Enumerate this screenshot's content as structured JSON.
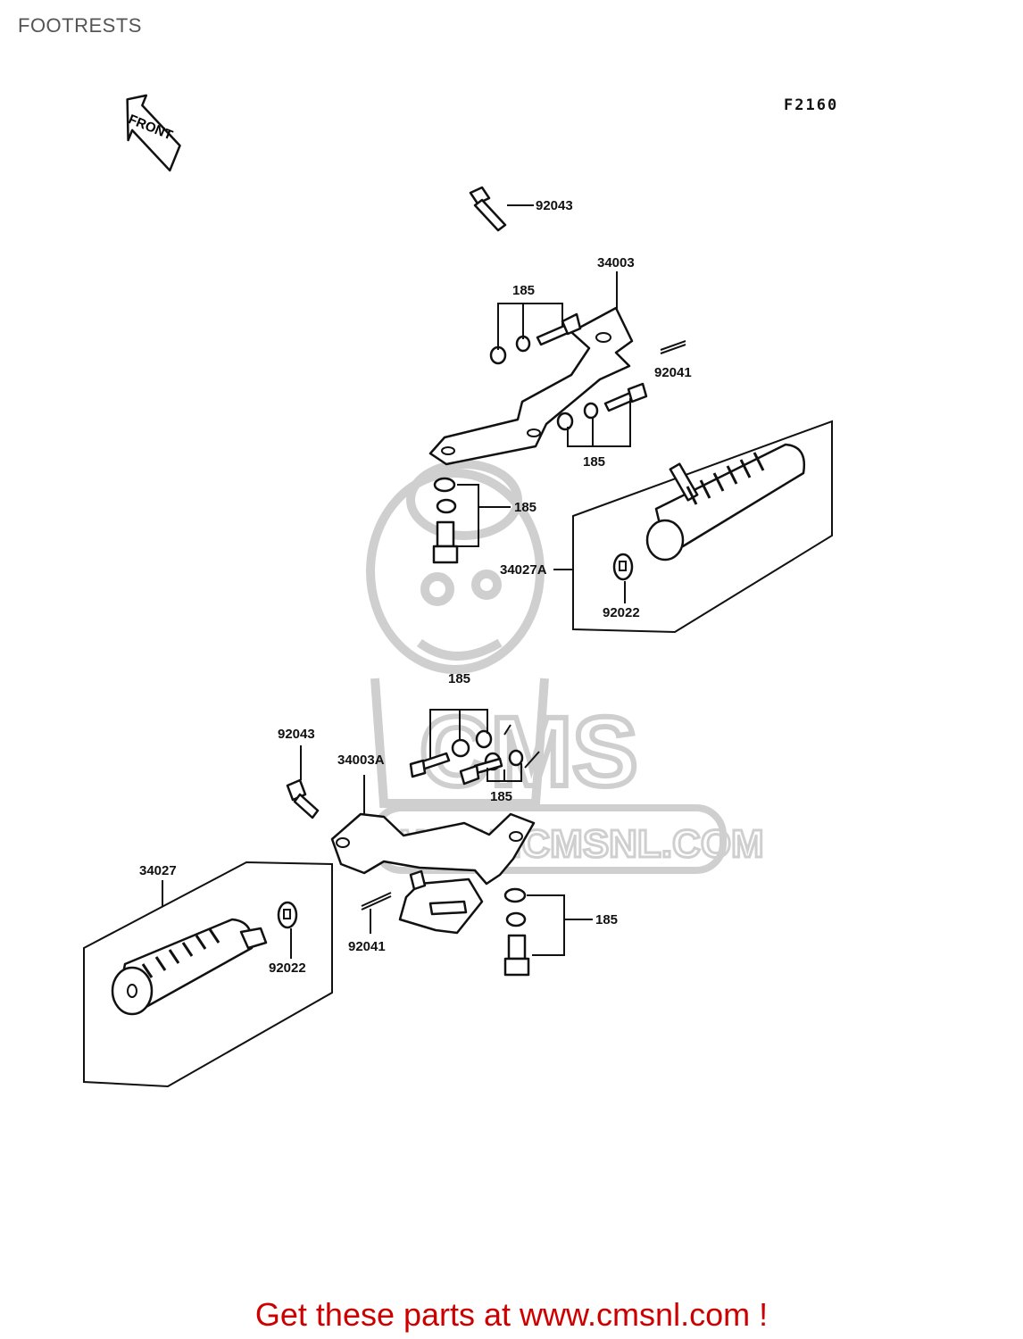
{
  "header": {
    "title": "FOOTRESTS",
    "figure_code": "F2160"
  },
  "front_marker": {
    "text": "FRONT",
    "icon": "front-arrow-icon"
  },
  "watermark": {
    "text": "CMS",
    "url": "WWW.CMSNL.COM",
    "icon": "cms-mascot-logo"
  },
  "callouts": {
    "bolt_top": "92043",
    "bracket_right": "34003",
    "washers_upper_left": "185",
    "cotter_pin_right": "92041",
    "washers_upper_right": "185",
    "bolt_set_upper": "185",
    "footpeg_right": "34027A",
    "washer_peg_right": "92022",
    "washers_lower_top": "185",
    "bolt_left": "92043",
    "bracket_left": "34003A",
    "washers_lower_mid": "185",
    "footpeg_left": "34027",
    "washers_lower_right": "185",
    "cotter_pin_left": "92041",
    "washer_peg_left": "92022"
  },
  "footer": {
    "promo": "Get these parts at www.cmsnl.com !"
  }
}
